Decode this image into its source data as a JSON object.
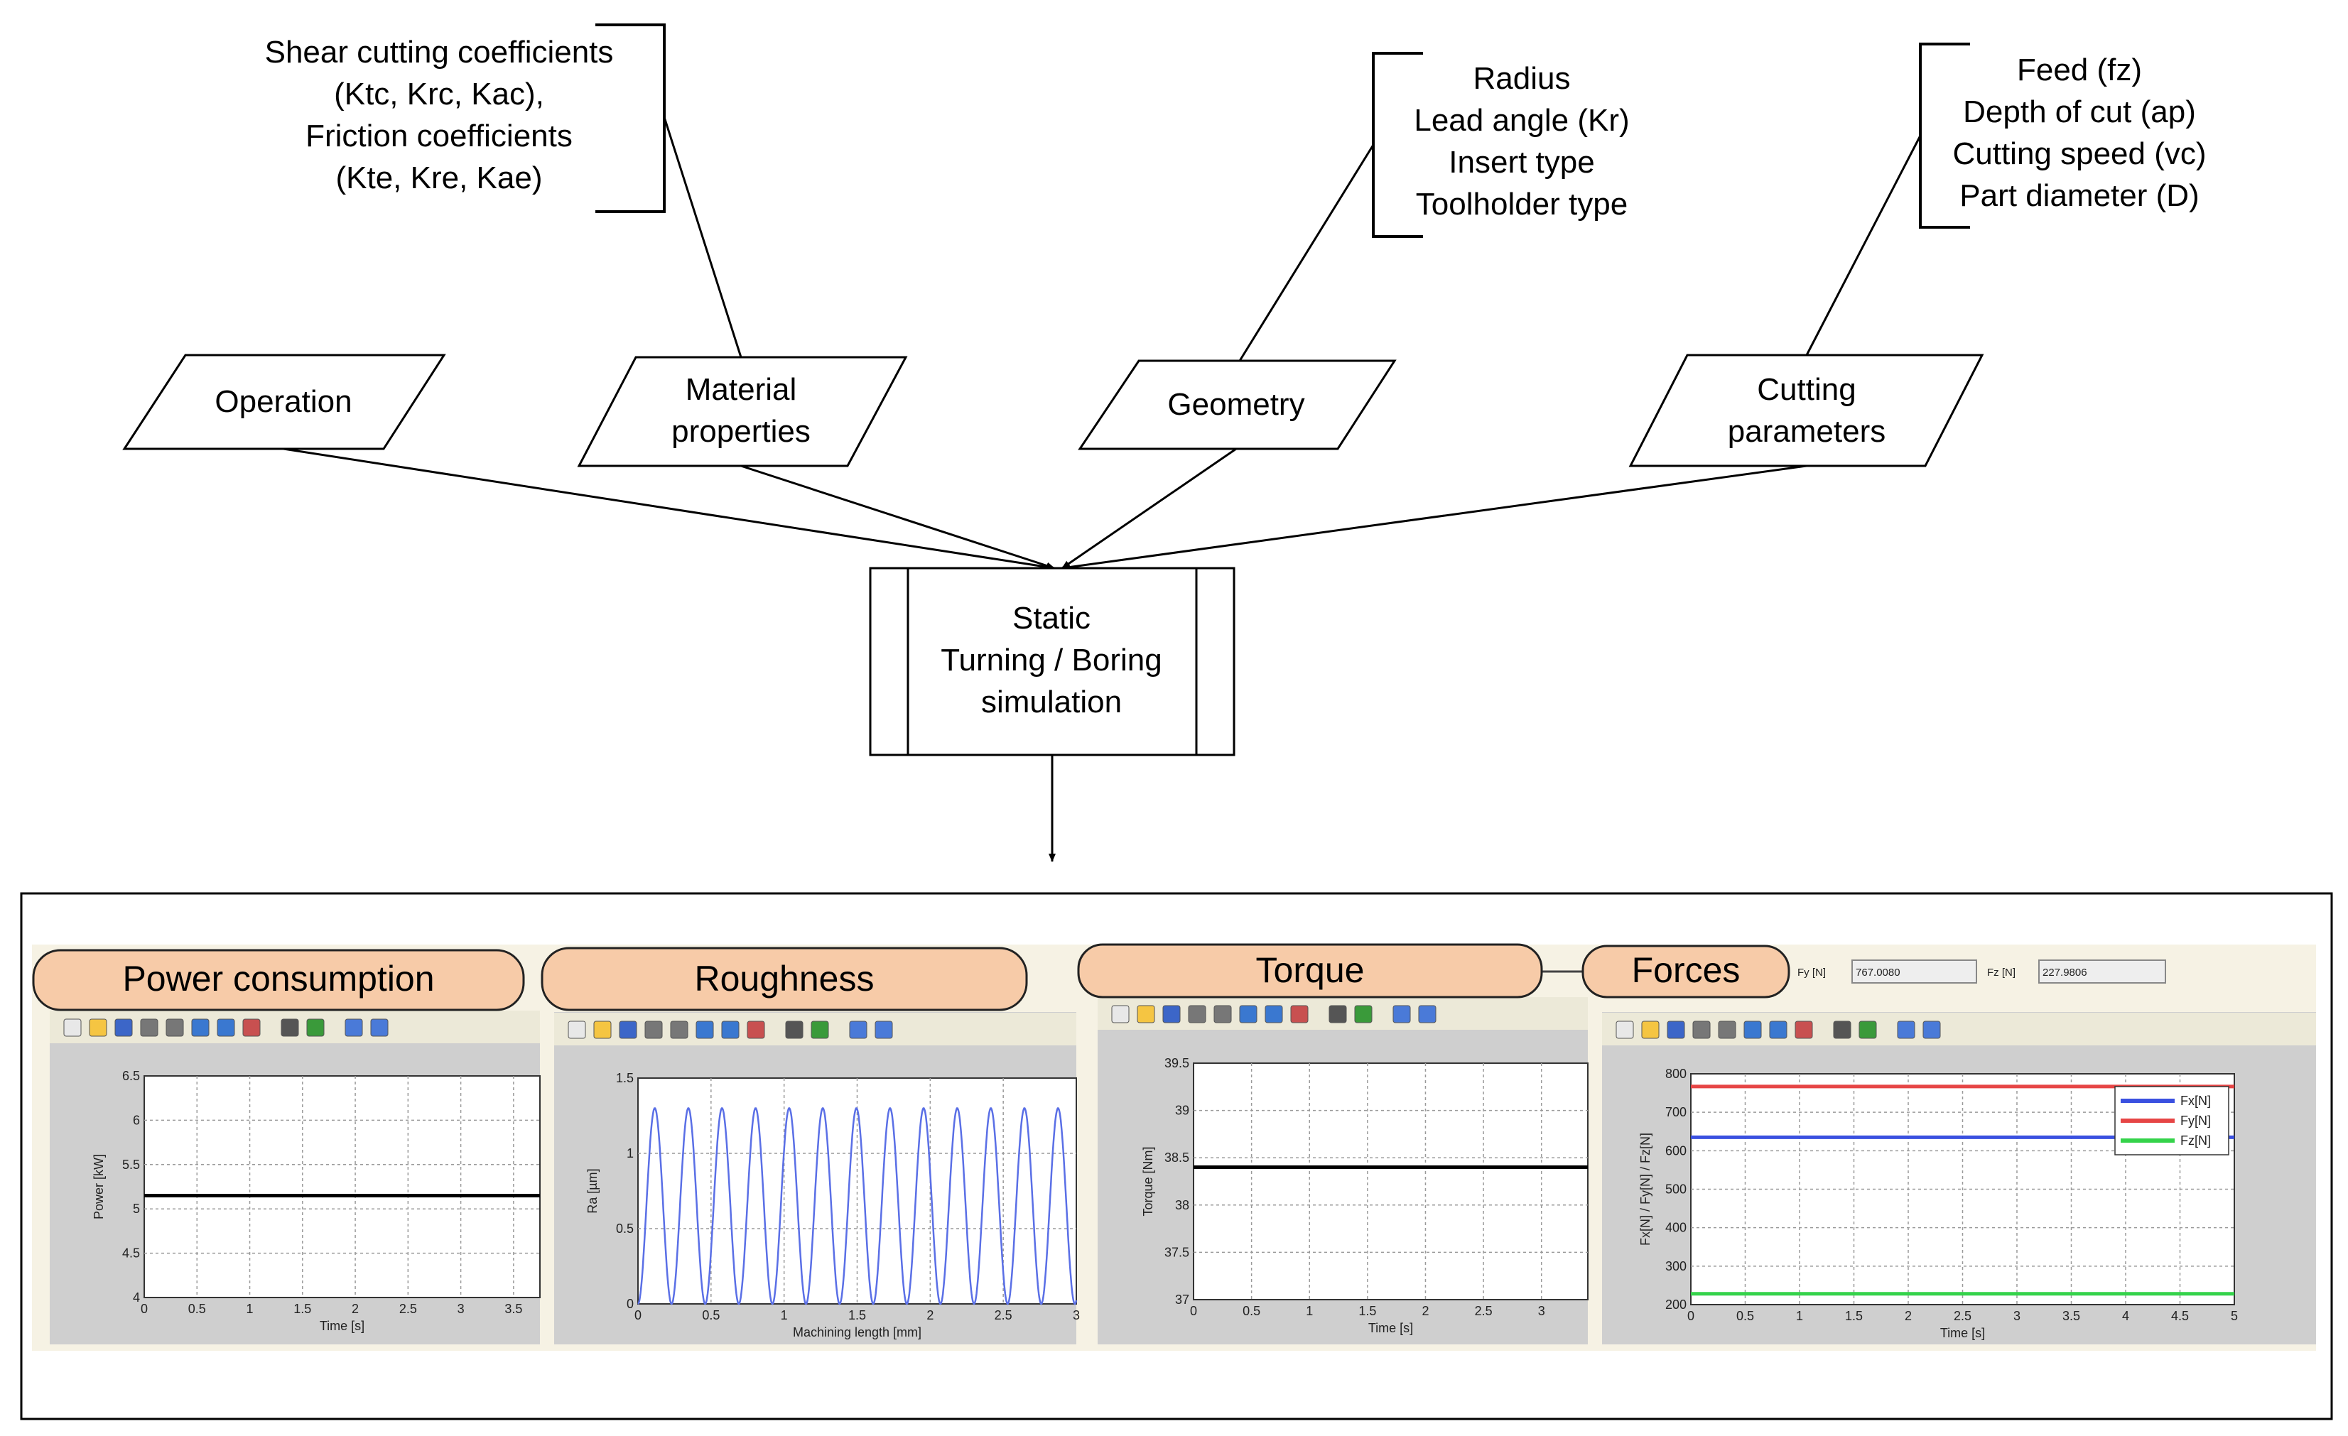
{
  "diagram": {
    "inputs": [
      {
        "id": "operation",
        "lines": [
          "Operation"
        ]
      },
      {
        "id": "material",
        "lines": [
          "Material",
          "properties"
        ]
      },
      {
        "id": "geometry",
        "lines": [
          "Geometry"
        ]
      },
      {
        "id": "cutting",
        "lines": [
          "Cutting",
          "parameters"
        ]
      }
    ],
    "notes": [
      {
        "id": "material-note",
        "lines": [
          "Shear cutting coefficients",
          "(Ktc, Krc, Kac),",
          "Friction coefficients",
          "(Kte, Kre, Kae)"
        ]
      },
      {
        "id": "geometry-note",
        "lines": [
          "Radius",
          "Lead angle (Kr)",
          "Insert type",
          "Toolholder type"
        ]
      },
      {
        "id": "cutting-note",
        "lines": [
          "Feed (fz)",
          "Depth of cut (ap)",
          "Cutting speed (vc)",
          "Part diameter (D)"
        ]
      }
    ],
    "process": {
      "lines": [
        "Static",
        "Turning / Boring",
        "simulation"
      ]
    }
  },
  "outputs": {
    "tabs": [
      "Power consumption",
      "Roughness",
      "Torque",
      "Forces"
    ],
    "fields": [
      {
        "label": "Fy [N]",
        "value": "767.0080"
      },
      {
        "label": "Fz [N]",
        "value": "227.9806"
      }
    ]
  },
  "chart_data": [
    {
      "type": "line",
      "title": "Power consumption",
      "xlabel": "Time [s]",
      "ylabel": "Power [kW]",
      "xlim": [
        0,
        3.75
      ],
      "ylim": [
        4,
        6.5
      ],
      "xticks": [
        "0",
        "0.5",
        "1",
        "1.5",
        "2",
        "2.5",
        "3",
        "3.5"
      ],
      "yticks": [
        "4",
        "4.5",
        "5",
        "5.5",
        "6",
        "6.5"
      ],
      "grid": true,
      "series": [
        {
          "color": "#000000",
          "x": [
            0,
            3.75
          ],
          "y": [
            5.15,
            5.15
          ]
        }
      ]
    },
    {
      "type": "line",
      "title": "Roughness",
      "xlabel": "Machining length [mm]",
      "ylabel": "Ra [µm]",
      "xlim": [
        0,
        3
      ],
      "ylim": [
        0,
        1.5
      ],
      "xticks": [
        "0",
        "0.5",
        "1",
        "1.5",
        "2",
        "2.5",
        "3"
      ],
      "yticks": [
        "0",
        "0.5",
        "1",
        "1.5"
      ],
      "grid": true,
      "series": [
        {
          "color": "#5a6fe6",
          "periodic": {
            "period": 0.23,
            "min": 0,
            "max": 1.3
          }
        }
      ]
    },
    {
      "type": "line",
      "title": "Torque",
      "xlabel": "Time [s]",
      "ylabel": "Torque [Nm]",
      "xlim": [
        0,
        3.4
      ],
      "ylim": [
        37,
        39.5
      ],
      "xticks": [
        "0",
        "0.5",
        "1",
        "1.5",
        "2",
        "2.5",
        "3"
      ],
      "yticks": [
        "37",
        "37.5",
        "38",
        "38.5",
        "39",
        "39.5"
      ],
      "grid": true,
      "series": [
        {
          "color": "#000000",
          "x": [
            0,
            3.4
          ],
          "y": [
            38.4,
            38.4
          ]
        }
      ]
    },
    {
      "type": "line",
      "title": "Forces",
      "xlabel": "Time [s]",
      "ylabel": "Fx[N] / Fy[N] / Fz[N]",
      "xlim": [
        0,
        5
      ],
      "ylim": [
        200,
        800
      ],
      "xticks": [
        "0",
        "0.5",
        "1",
        "1.5",
        "2",
        "2.5",
        "3",
        "3.5",
        "4",
        "4.5",
        "5"
      ],
      "yticks": [
        "200",
        "300",
        "400",
        "500",
        "600",
        "700",
        "800"
      ],
      "grid": true,
      "legend": "top-right",
      "series": [
        {
          "name": "Fx[N]",
          "color": "#3a50e0",
          "x": [
            0,
            5
          ],
          "y": [
            635,
            635
          ]
        },
        {
          "name": "Fy[N]",
          "color": "#e64545",
          "x": [
            0,
            5
          ],
          "y": [
            767,
            767
          ]
        },
        {
          "name": "Fz[N]",
          "color": "#34d34a",
          "x": [
            0,
            5
          ],
          "y": [
            228,
            228
          ]
        }
      ]
    }
  ]
}
